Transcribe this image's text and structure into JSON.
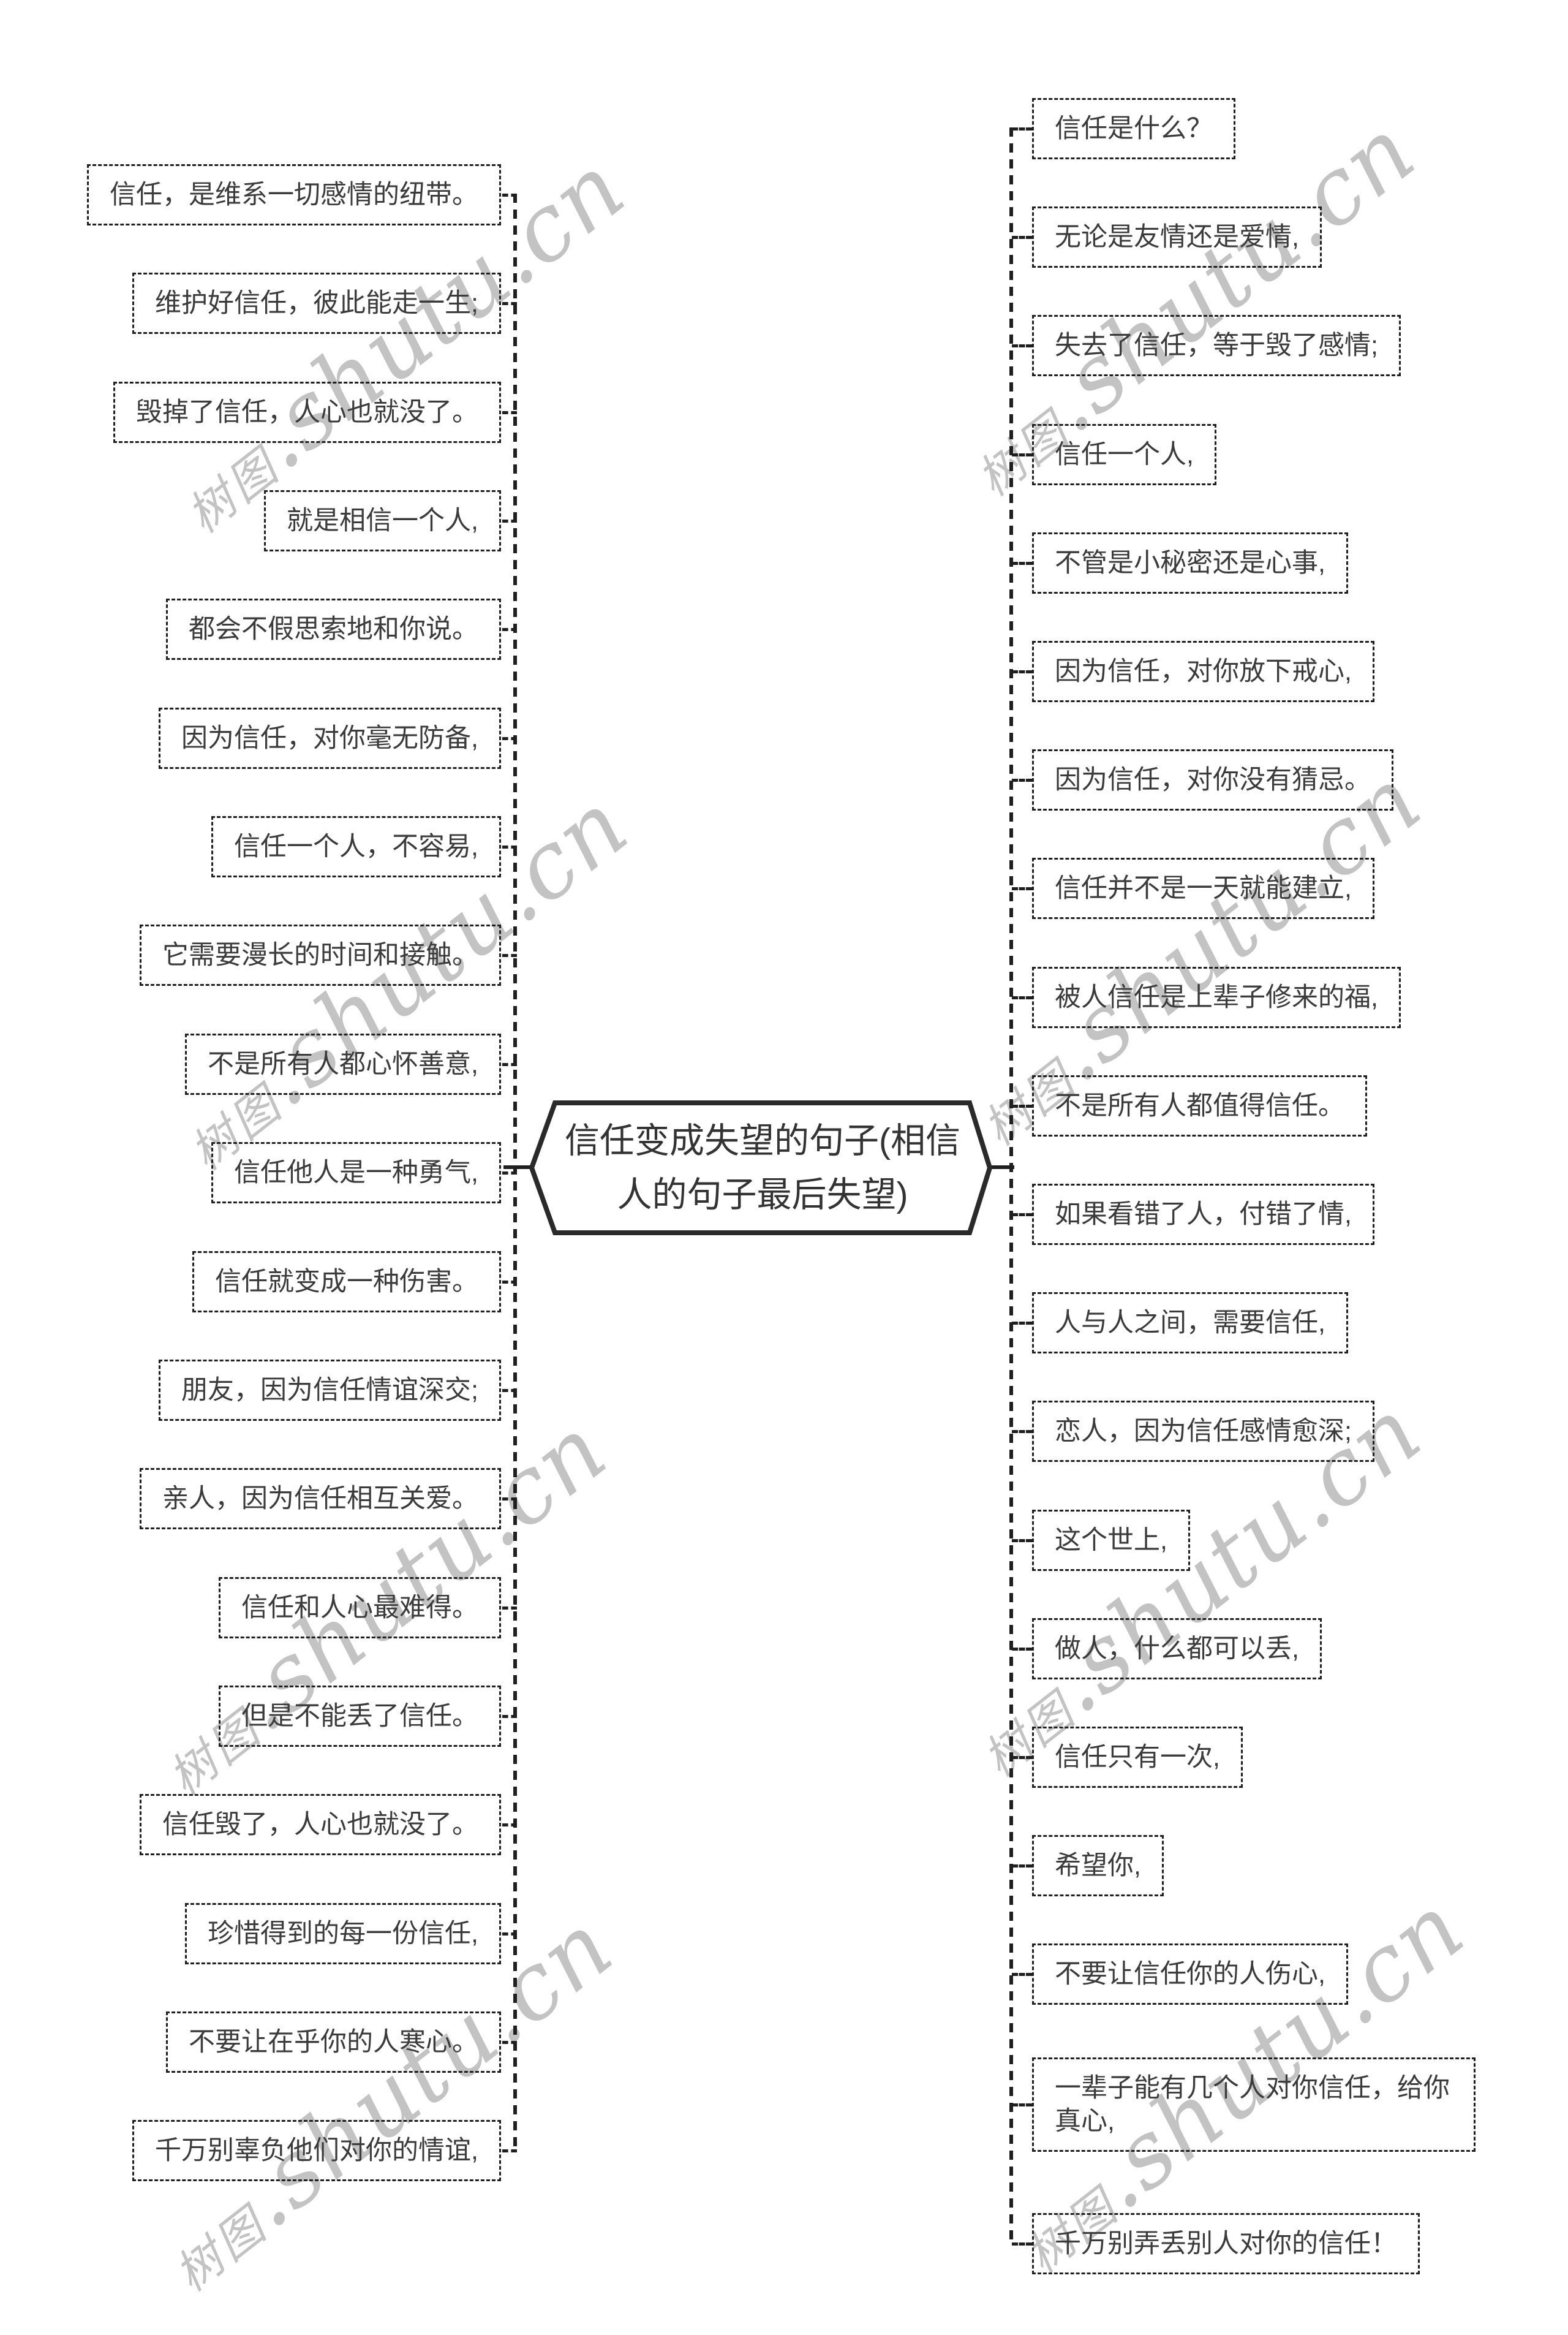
{
  "title": "信任变成失望的句子(相信人的句子最后失望)",
  "watermark_text": "树图.shutu.cn",
  "colors": {
    "line": "#1f1f1f",
    "text": "#3b3b3b",
    "node_border": "#2a2a2a",
    "node_text": "#333333",
    "watermark": "#7a7a7a",
    "background": "#ffffff"
  },
  "left_branch": {
    "items": [
      "信任，是维系一切感情的纽带。",
      "维护好信任，彼此能走一生;",
      "毁掉了信任，人心也就没了。",
      "就是相信一个人,",
      "都会不假思索地和你说。",
      "因为信任，对你毫无防备,",
      "信任一个人，不容易,",
      "它需要漫长的时间和接触。",
      "不是所有人都心怀善意,",
      "信任他人是一种勇气,",
      "信任就变成一种伤害。",
      "朋友，因为信任情谊深交;",
      "亲人，因为信任相互关爱。",
      "信任和人心最难得。",
      "但是不能丢了信任。",
      "信任毁了，人心也就没了。",
      "珍惜得到的每一份信任,",
      "不要让在乎你的人寒心。",
      "千万别辜负他们对你的情谊,"
    ]
  },
  "right_branch": {
    "items": [
      "信任是什么？",
      "无论是友情还是爱情,",
      "失去了信任，等于毁了感情;",
      "信任一个人,",
      "不管是小秘密还是心事,",
      "因为信任，对你放下戒心,",
      "因为信任，对你没有猜忌。",
      "信任并不是一天就能建立,",
      "被人信任是上辈子修来的福,",
      "不是所有人都值得信任。",
      "如果看错了人，付错了情,",
      "人与人之间，需要信任,",
      "恋人，因为信任感情愈深;",
      "这个世上,",
      "做人，什么都可以丢,",
      "信任只有一次,",
      "希望你,",
      "不要让信任你的人伤心,",
      "一辈子能有几个人对你信任，给你真心,",
      "千万别弄丢别人对你的信任！"
    ]
  }
}
